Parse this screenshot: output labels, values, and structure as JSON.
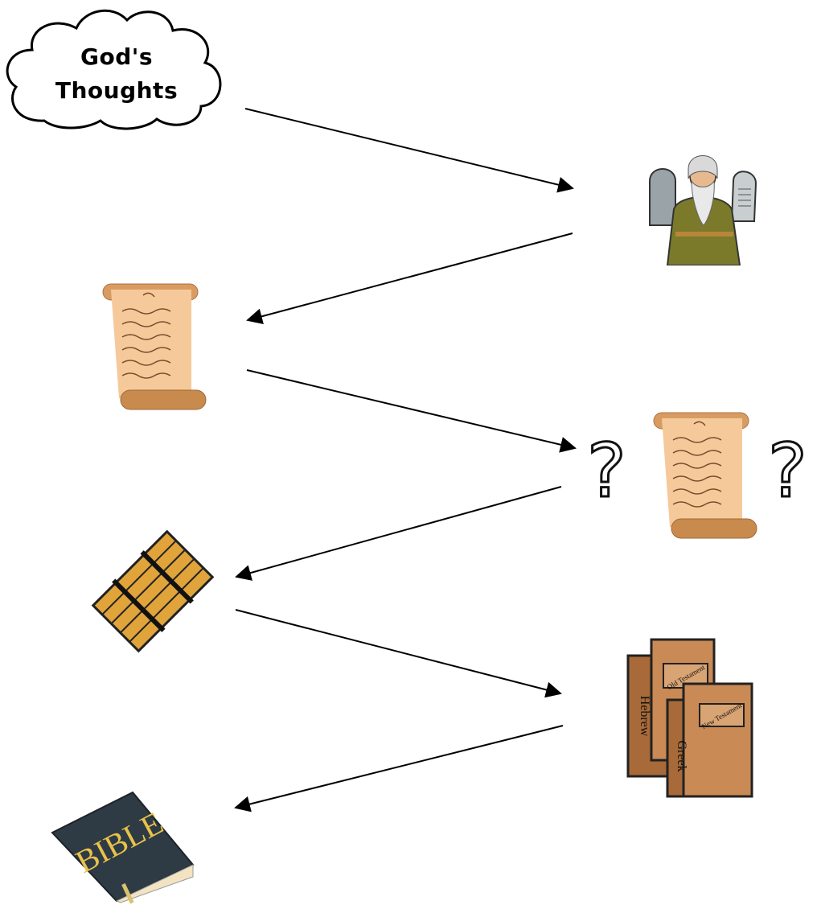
{
  "cloud": {
    "line1": "God's",
    "line2": "Thoughts"
  },
  "question_marks": [
    "?",
    "?"
  ],
  "books": {
    "left_spine": "Hebrew",
    "left_cover": "Old Testament",
    "right_spine": "Greek",
    "right_cover": "New Testament"
  },
  "bible": {
    "cover_text": "BIBLE"
  },
  "colors": {
    "arrow": "#000000",
    "scroll": "#f6c99a",
    "scroll_ink": "#7a4a2a",
    "bible_cover": "#2f3b44",
    "bible_text": "#e8c24a",
    "tome": "#b8804e",
    "tablet": "#e0a43a"
  },
  "icons": [
    "cloud-icon",
    "moses-icon",
    "scroll-icon",
    "scroll-icon",
    "bamboo-tablet-icon",
    "books-icon",
    "bible-icon"
  ]
}
